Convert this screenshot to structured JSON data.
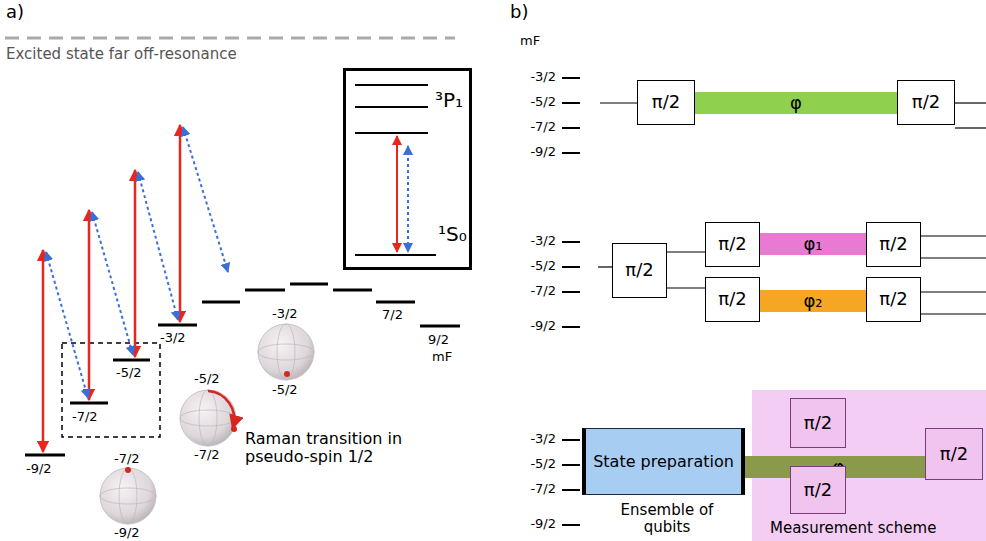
{
  "diagram": {
    "nodes": [
      {
        "text": [
          "³P₁",
          "¹S₀"
        ]
      },
      {
        "text": [
          "π/2"
        ]
      },
      {
        "text": [
          "φ"
        ]
      },
      {
        "text": [
          "π/2"
        ]
      },
      {
        "text": [
          "π/2"
        ]
      },
      {
        "text": [
          "π/2"
        ]
      },
      {
        "text": [
          "φ₁"
        ]
      },
      {
        "text": [
          "π/2"
        ]
      },
      {
        "text": [
          "π/2"
        ]
      },
      {
        "text": [
          "φ₂"
        ]
      },
      {
        "text": [
          "π/2"
        ]
      },
      {
        "text": [
          "State preparation",
          "Ensemble of qubits"
        ]
      },
      {
        "text": [
          "Measurement scheme"
        ]
      },
      {
        "text": [
          "π/2"
        ],
        "in": 12
      },
      {
        "text": [
          "π/2"
        ],
        "in": 12
      },
      {
        "text": [
          "φ"
        ],
        "in": 12
      },
      {
        "text": [
          "π/2"
        ],
        "in": 12
      }
    ],
    "edges": [
      {
        "from": 4,
        "to": 5,
        "arrow": "none"
      },
      {
        "from": 4,
        "to": 8,
        "arrow": "none"
      }
    ],
    "labels": [
      "a)",
      "Excited state far off-resonance",
      "-9/2",
      "-7/2",
      "-5/2",
      "-3/2",
      "7/2",
      "9/2",
      "mF",
      "-7/2",
      "-9/2",
      "-5/2",
      "-7/2",
      "-3/2",
      "-5/2",
      "Raman transition in pseudo-spin 1/2",
      "b)",
      "mF",
      "-3/2",
      "-5/2",
      "-7/2",
      "-9/2",
      "-3/2",
      "-5/2",
      "-7/2",
      "-9/2",
      "-3/2",
      "-5/2",
      "-7/2",
      "-9/2"
    ]
  }
}
